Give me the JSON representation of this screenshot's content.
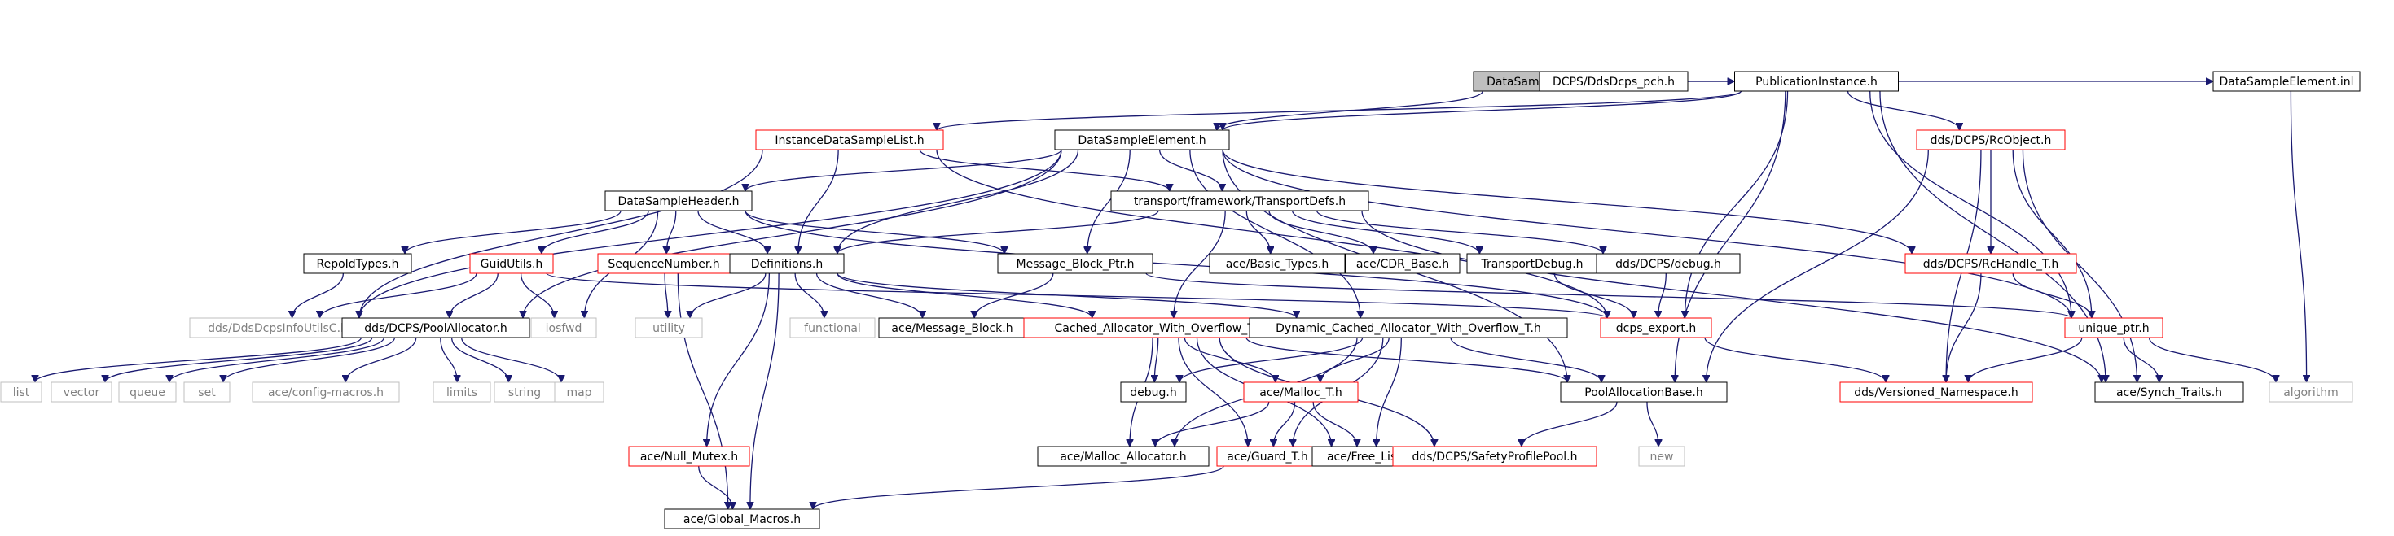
{
  "colors": {
    "edge": "#191970",
    "root_fill": "#bfbfbf",
    "normal_stroke": "#000000",
    "red_stroke": "#ff0000",
    "missing_stroke": "#bfbfbf",
    "missing_text": "#808080"
  },
  "nodes": [
    {
      "id": "root",
      "label": "DataSampleElement.cpp",
      "style": "root"
    },
    {
      "id": "pch",
      "label": "DCPS/DdsDcps_pch.h",
      "style": "normal"
    },
    {
      "id": "pubinst",
      "label": "PublicationInstance.h",
      "style": "normal"
    },
    {
      "id": "dse_inl",
      "label": "DataSampleElement.inl",
      "style": "normal"
    },
    {
      "id": "idsl",
      "label": "InstanceDataSampleList.h",
      "style": "red"
    },
    {
      "id": "dse_h",
      "label": "DataSampleElement.h",
      "style": "normal"
    },
    {
      "id": "rcobj",
      "label": "dds/DCPS/RcObject.h",
      "style": "red"
    },
    {
      "id": "dsh",
      "label": "DataSampleHeader.h",
      "style": "normal"
    },
    {
      "id": "tdefs",
      "label": "transport/framework/TransportDefs.h",
      "style": "normal"
    },
    {
      "id": "rchandle",
      "label": "dds/DCPS/RcHandle_T.h",
      "style": "red"
    },
    {
      "id": "repoid",
      "label": "RepoIdTypes.h",
      "style": "normal"
    },
    {
      "id": "guidutils",
      "label": "GuidUtils.h",
      "style": "red"
    },
    {
      "id": "seqnum",
      "label": "SequenceNumber.h",
      "style": "red"
    },
    {
      "id": "defs",
      "label": "Definitions.h",
      "style": "normal"
    },
    {
      "id": "mbp",
      "label": "Message_Block_Ptr.h",
      "style": "normal"
    },
    {
      "id": "basic",
      "label": "ace/Basic_Types.h",
      "style": "normal"
    },
    {
      "id": "cdr",
      "label": "ace/CDR_Base.h",
      "style": "normal"
    },
    {
      "id": "tdebug",
      "label": "TransportDebug.h",
      "style": "normal"
    },
    {
      "id": "ddebug",
      "label": "dds/DCPS/debug.h",
      "style": "normal"
    },
    {
      "id": "uptr",
      "label": "unique_ptr.h",
      "style": "red"
    },
    {
      "id": "infoutils",
      "label": "dds/DdsDcpsInfoUtilsC.h",
      "style": "missing"
    },
    {
      "id": "poolalloc",
      "label": "dds/DCPS/PoolAllocator.h",
      "style": "normal"
    },
    {
      "id": "iosfwd",
      "label": "iosfwd",
      "style": "missing"
    },
    {
      "id": "utility",
      "label": "utility",
      "style": "missing"
    },
    {
      "id": "functional",
      "label": "functional",
      "style": "missing"
    },
    {
      "id": "msgblock",
      "label": "ace/Message_Block.h",
      "style": "normal"
    },
    {
      "id": "cawo",
      "label": "Cached_Allocator_With_Overflow_T.h",
      "style": "red"
    },
    {
      "id": "dcawo",
      "label": "Dynamic_Cached_Allocator_With_Overflow_T.h",
      "style": "normal"
    },
    {
      "id": "dcpsexport",
      "label": "dcps_export.h",
      "style": "red"
    },
    {
      "id": "algorithm",
      "label": "algorithm",
      "style": "missing"
    },
    {
      "id": "list",
      "label": "list",
      "style": "missing"
    },
    {
      "id": "vector",
      "label": "vector",
      "style": "missing"
    },
    {
      "id": "queue",
      "label": "queue",
      "style": "missing"
    },
    {
      "id": "set",
      "label": "set",
      "style": "missing"
    },
    {
      "id": "configmacros",
      "label": "ace/config-macros.h",
      "style": "missing"
    },
    {
      "id": "limits",
      "label": "limits",
      "style": "missing"
    },
    {
      "id": "string",
      "label": "string",
      "style": "missing"
    },
    {
      "id": "map",
      "label": "map",
      "style": "missing"
    },
    {
      "id": "debugh",
      "label": "debug.h",
      "style": "normal"
    },
    {
      "id": "malloct",
      "label": "ace/Malloc_T.h",
      "style": "red"
    },
    {
      "id": "poolbase",
      "label": "PoolAllocationBase.h",
      "style": "normal"
    },
    {
      "id": "versioned",
      "label": "dds/Versioned_Namespace.h",
      "style": "red"
    },
    {
      "id": "synch",
      "label": "ace/Synch_Traits.h",
      "style": "normal"
    },
    {
      "id": "nullmutex",
      "label": "ace/Null_Mutex.h",
      "style": "red"
    },
    {
      "id": "mallocalloc",
      "label": "ace/Malloc_Allocator.h",
      "style": "normal"
    },
    {
      "id": "guardt",
      "label": "ace/Guard_T.h",
      "style": "red"
    },
    {
      "id": "freelist",
      "label": "ace/Free_List.h",
      "style": "normal"
    },
    {
      "id": "safetypool",
      "label": "dds/DCPS/SafetyProfilePool.h",
      "style": "red"
    },
    {
      "id": "newh",
      "label": "new",
      "style": "missing"
    },
    {
      "id": "globalmacros",
      "label": "ace/Global_Macros.h",
      "style": "normal"
    }
  ],
  "edges": [
    [
      "root",
      "pch"
    ],
    [
      "root",
      "pubinst"
    ],
    [
      "root",
      "dse_inl"
    ],
    [
      "root",
      "dse_h"
    ],
    [
      "pubinst",
      "dse_h"
    ],
    [
      "pubinst",
      "idsl"
    ],
    [
      "pubinst",
      "rcobj"
    ],
    [
      "pubinst",
      "dcpsexport"
    ],
    [
      "pubinst",
      "poolbase"
    ],
    [
      "pubinst",
      "synch"
    ],
    [
      "pubinst",
      "uptr"
    ],
    [
      "dse_inl",
      "algorithm"
    ],
    [
      "idsl",
      "infoutils"
    ],
    [
      "idsl",
      "defs"
    ],
    [
      "idsl",
      "tdefs"
    ],
    [
      "idsl",
      "dcpsexport"
    ],
    [
      "dse_h",
      "dsh"
    ],
    [
      "dse_h",
      "tdefs"
    ],
    [
      "dse_h",
      "rchandle"
    ],
    [
      "dse_h",
      "infoutils"
    ],
    [
      "dse_h",
      "poolalloc"
    ],
    [
      "dse_h",
      "defs"
    ],
    [
      "dse_h",
      "mbp"
    ],
    [
      "dse_h",
      "dcawo"
    ],
    [
      "dse_h",
      "poolbase"
    ],
    [
      "dse_h",
      "uptr"
    ],
    [
      "rcobj",
      "rchandle"
    ],
    [
      "rcobj",
      "poolbase"
    ],
    [
      "rcobj",
      "synch"
    ],
    [
      "rcobj",
      "versioned"
    ],
    [
      "rcobj",
      "uptr"
    ],
    [
      "rchandle",
      "uptr"
    ],
    [
      "rchandle",
      "versioned"
    ],
    [
      "dsh",
      "repoid"
    ],
    [
      "dsh",
      "guidutils"
    ],
    [
      "dsh",
      "seqnum"
    ],
    [
      "dsh",
      "defs"
    ],
    [
      "dsh",
      "mbp"
    ],
    [
      "dsh",
      "iosfwd"
    ],
    [
      "dsh",
      "dcpsexport"
    ],
    [
      "tdefs",
      "defs"
    ],
    [
      "tdefs",
      "basic"
    ],
    [
      "tdefs",
      "cdr"
    ],
    [
      "tdefs",
      "tdebug"
    ],
    [
      "tdefs",
      "ddebug"
    ],
    [
      "tdefs",
      "cawo"
    ],
    [
      "tdefs",
      "synch"
    ],
    [
      "repoid",
      "infoutils"
    ],
    [
      "guidutils",
      "infoutils"
    ],
    [
      "guidutils",
      "poolalloc"
    ],
    [
      "guidutils",
      "iosfwd"
    ],
    [
      "guidutils",
      "dcpsexport"
    ],
    [
      "seqnum",
      "utility"
    ],
    [
      "seqnum",
      "globalmacros"
    ],
    [
      "defs",
      "utility"
    ],
    [
      "defs",
      "functional"
    ],
    [
      "defs",
      "msgblock"
    ],
    [
      "defs",
      "nullmutex"
    ],
    [
      "defs",
      "globalmacros"
    ],
    [
      "defs",
      "dcawo"
    ],
    [
      "defs",
      "cawo"
    ],
    [
      "mbp",
      "msgblock"
    ],
    [
      "mbp",
      "uptr"
    ],
    [
      "tdebug",
      "dcpsexport"
    ],
    [
      "ddebug",
      "dcpsexport"
    ],
    [
      "dcpsexport",
      "versioned"
    ],
    [
      "uptr",
      "versioned"
    ],
    [
      "uptr",
      "synch"
    ],
    [
      "uptr",
      "algorithm"
    ],
    [
      "poolalloc",
      "list"
    ],
    [
      "poolalloc",
      "vector"
    ],
    [
      "poolalloc",
      "queue"
    ],
    [
      "poolalloc",
      "set"
    ],
    [
      "poolalloc",
      "configmacros"
    ],
    [
      "poolalloc",
      "limits"
    ],
    [
      "poolalloc",
      "string"
    ],
    [
      "poolalloc",
      "map"
    ],
    [
      "cawo",
      "mallocalloc"
    ],
    [
      "cawo",
      "guardt"
    ],
    [
      "cawo",
      "freelist"
    ],
    [
      "cawo",
      "malloct"
    ],
    [
      "cawo",
      "debugh"
    ],
    [
      "cawo",
      "poolbase"
    ],
    [
      "cawo",
      "safetypool"
    ],
    [
      "dcawo",
      "debugh"
    ],
    [
      "dcawo",
      "malloct"
    ],
    [
      "dcawo",
      "mallocalloc"
    ],
    [
      "dcawo",
      "guardt"
    ],
    [
      "dcawo",
      "freelist"
    ],
    [
      "dcawo",
      "poolbase"
    ],
    [
      "malloct",
      "mallocalloc"
    ],
    [
      "malloct",
      "guardt"
    ],
    [
      "malloct",
      "freelist"
    ],
    [
      "guardt",
      "globalmacros"
    ],
    [
      "nullmutex",
      "globalmacros"
    ],
    [
      "poolbase",
      "safetypool"
    ],
    [
      "poolbase",
      "newh"
    ]
  ]
}
